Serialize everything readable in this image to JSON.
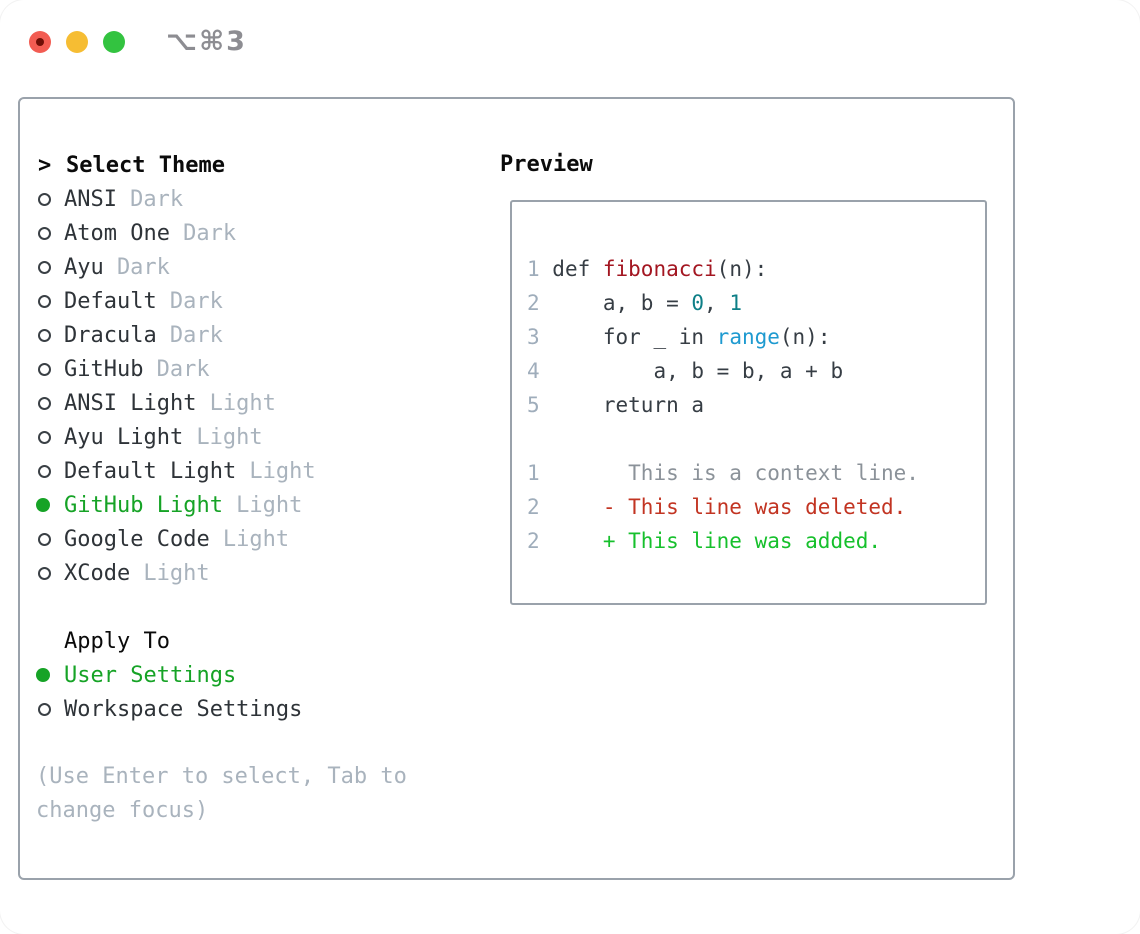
{
  "window": {
    "title": "⌥⌘3"
  },
  "colors": {
    "accent_green": "#16a326",
    "traffic_red": "#f25c52",
    "traffic_red_dot": "#6e0e06",
    "traffic_yellow": "#f6bd33",
    "traffic_green": "#33c340",
    "titlebar_text": "#8d8d92",
    "panel_border": "#9aa2ab",
    "item_text": "#2e3338",
    "variant_text": "#a9b3bd",
    "help_text": "#a9b3bd"
  },
  "theme_list": {
    "header_prefix": ">",
    "header": "Select Theme",
    "items": [
      {
        "name": "ANSI",
        "variant": "Dark",
        "selected": false
      },
      {
        "name": "Atom One",
        "variant": "Dark",
        "selected": false
      },
      {
        "name": "Ayu",
        "variant": "Dark",
        "selected": false
      },
      {
        "name": "Default",
        "variant": "Dark",
        "selected": false
      },
      {
        "name": "Dracula",
        "variant": "Dark",
        "selected": false
      },
      {
        "name": "GitHub",
        "variant": "Dark",
        "selected": false
      },
      {
        "name": "ANSI Light",
        "variant": "Light",
        "selected": false
      },
      {
        "name": "Ayu Light",
        "variant": "Light",
        "selected": false
      },
      {
        "name": "Default Light",
        "variant": "Light",
        "selected": false
      },
      {
        "name": "GitHub Light",
        "variant": "Light",
        "selected": true
      },
      {
        "name": "Google Code",
        "variant": "Light",
        "selected": false
      },
      {
        "name": "XCode",
        "variant": "Light",
        "selected": false
      }
    ]
  },
  "apply_to": {
    "header": "Apply To",
    "options": [
      {
        "label": "User Settings",
        "selected": true
      },
      {
        "label": "Workspace Settings",
        "selected": false
      }
    ]
  },
  "help": {
    "lines": [
      "(Use Enter to select, Tab to",
      "change focus)"
    ]
  },
  "preview": {
    "title": "Preview",
    "colors": {
      "ln": "#9fadbb",
      "code": "#363d44",
      "func": "#a31621",
      "num": "#0e7f87",
      "builtin": "#1e9ad0",
      "context": "#8b9299",
      "deleted": "#c23422",
      "added": "#16c02c"
    },
    "lines": [
      {
        "tokens": [
          {
            "t": "1",
            "c": "ln"
          },
          {
            "t": " def ",
            "c": "code"
          },
          {
            "t": "fibonacci",
            "c": "func"
          },
          {
            "t": "(n):",
            "c": "code"
          }
        ]
      },
      {
        "tokens": [
          {
            "t": "2",
            "c": "ln"
          },
          {
            "t": "     a, b = ",
            "c": "code"
          },
          {
            "t": "0",
            "c": "num"
          },
          {
            "t": ", ",
            "c": "code"
          },
          {
            "t": "1",
            "c": "num"
          }
        ]
      },
      {
        "tokens": [
          {
            "t": "3",
            "c": "ln"
          },
          {
            "t": "     for _ in ",
            "c": "code"
          },
          {
            "t": "range",
            "c": "builtin"
          },
          {
            "t": "(n):",
            "c": "code"
          }
        ]
      },
      {
        "tokens": [
          {
            "t": "4",
            "c": "ln"
          },
          {
            "t": "         a, b = b, a + b",
            "c": "code"
          }
        ]
      },
      {
        "tokens": [
          {
            "t": "5",
            "c": "ln"
          },
          {
            "t": "     return a",
            "c": "code"
          }
        ]
      },
      {
        "tokens": []
      },
      {
        "tokens": [
          {
            "t": "1",
            "c": "ln"
          },
          {
            "t": "       This is a context line.",
            "c": "context"
          }
        ]
      },
      {
        "tokens": [
          {
            "t": "2",
            "c": "ln"
          },
          {
            "t": "     ",
            "c": "code"
          },
          {
            "t": "- This line was deleted.",
            "c": "deleted"
          }
        ]
      },
      {
        "tokens": [
          {
            "t": "2",
            "c": "ln"
          },
          {
            "t": "     ",
            "c": "code"
          },
          {
            "t": "+ This line was added.",
            "c": "added"
          }
        ]
      }
    ]
  }
}
